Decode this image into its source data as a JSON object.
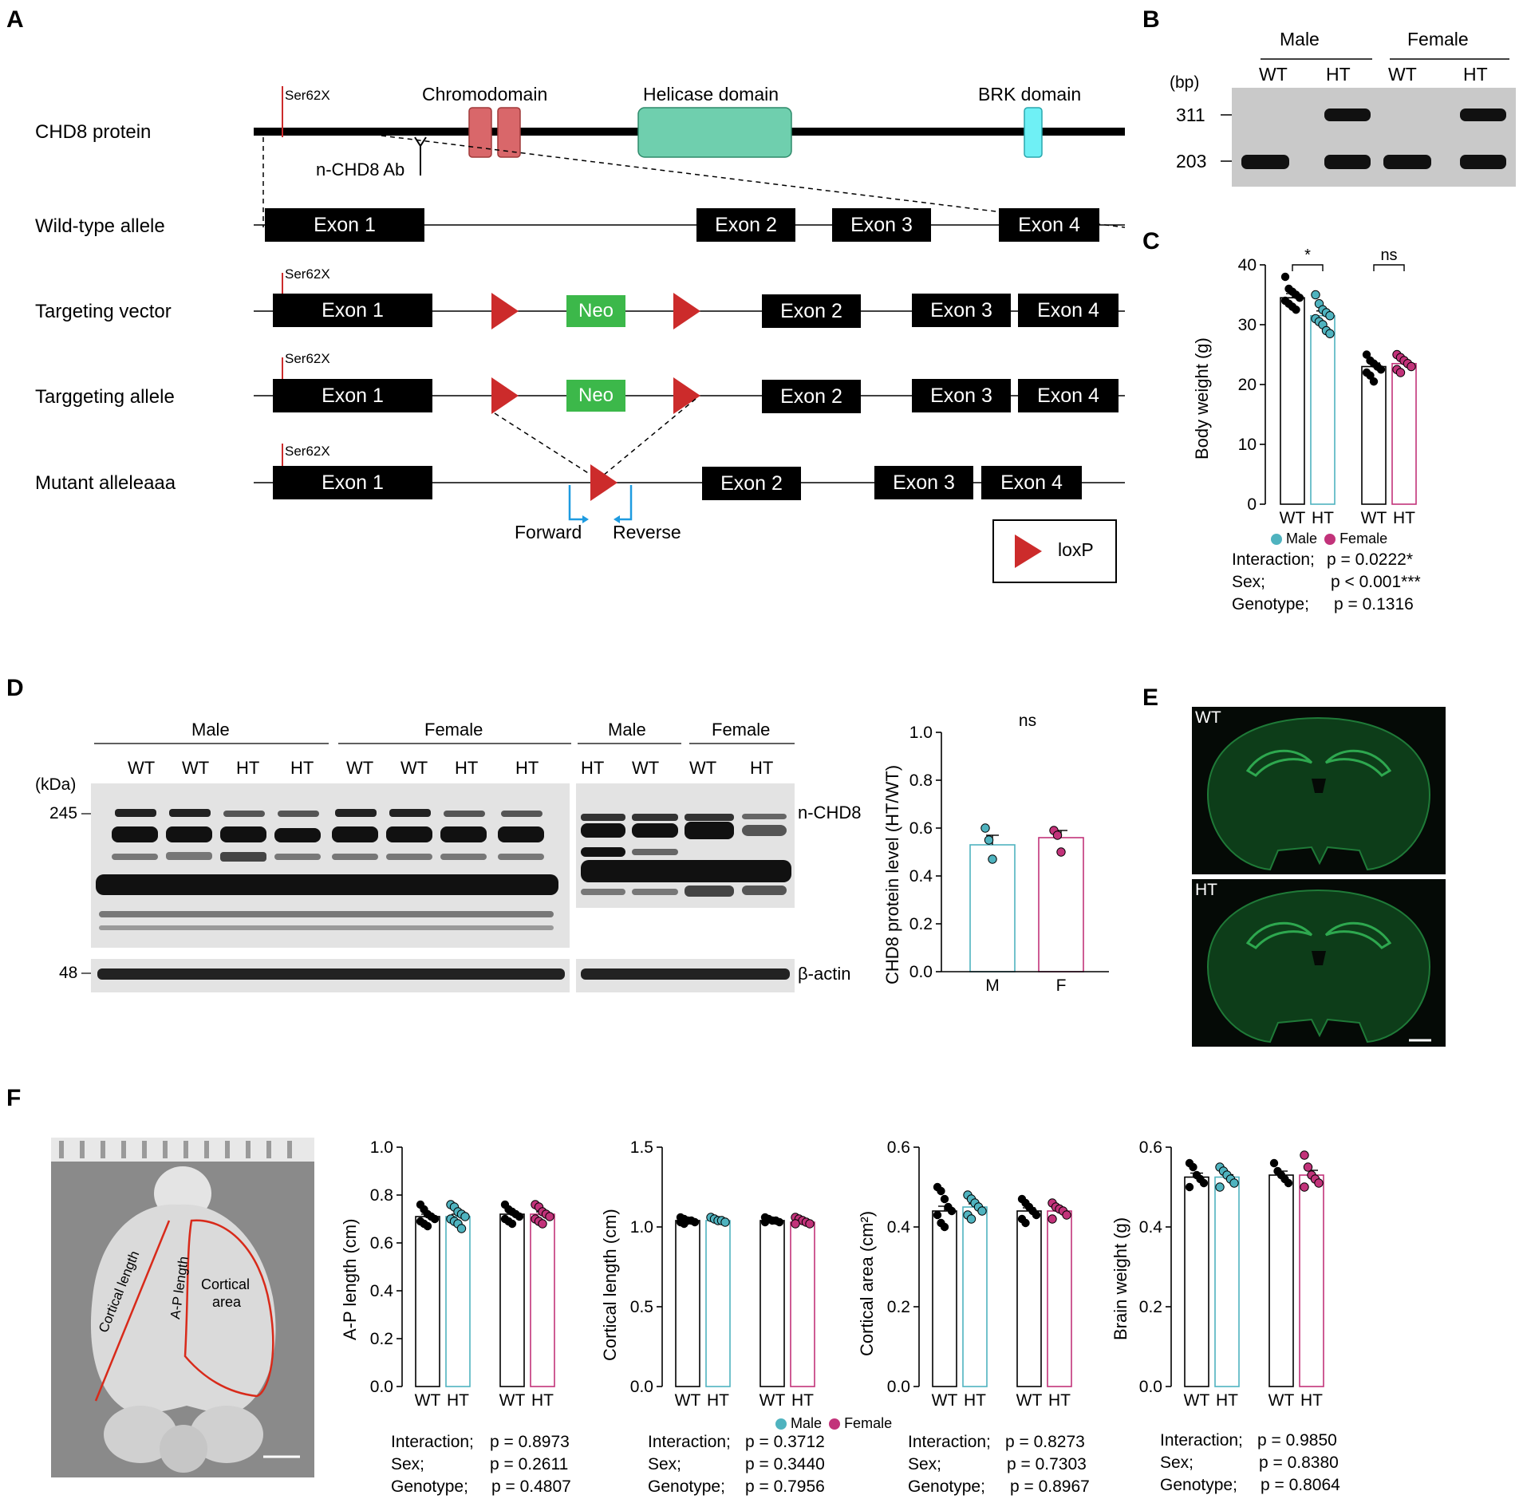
{
  "panelA": {
    "letter": "A",
    "rows": [
      "CHD8 protein",
      "Wild-type allele",
      "Targeting vector",
      "Targgeting allele",
      "Mutant alleleaaa"
    ],
    "mutation": "Ser62X",
    "domains": [
      "Chromodomain",
      "Helicase domain",
      "BRK domain"
    ],
    "antibody": "n-CHD8 Ab",
    "exons": {
      "e1": "Exon 1",
      "e2": "Exon 2",
      "e3": "Exon 3",
      "e4": "Exon 4"
    },
    "neo": "Neo",
    "primers": {
      "forward": "Forward",
      "reverse": "Reverse"
    },
    "legend": "loxP",
    "colors": {
      "chromo": "#d9676a",
      "helicase": "#6fcfae",
      "brk": "#6ff0f5",
      "neo": "#3cb84a",
      "loxp": "#cc2b2b",
      "primer": "#1e9be0"
    }
  },
  "panelB": {
    "letter": "B",
    "unit": "(bp)",
    "groups": [
      "Male",
      "Female"
    ],
    "lanes": [
      "WT",
      "HT",
      "WT",
      "HT"
    ],
    "markers": [
      "311",
      "203"
    ]
  },
  "panelC": {
    "letter": "C",
    "chart_data": {
      "type": "bar",
      "ylabel": "Body weight (g)",
      "ylim": [
        0,
        40
      ],
      "yticks": [
        0,
        10,
        20,
        30,
        40
      ],
      "categories": [
        "WT",
        "HT",
        "WT",
        "HT"
      ],
      "groups": [
        "Male",
        "Male",
        "Female",
        "Female"
      ],
      "values": [
        34.5,
        31.5,
        23.0,
        23.5
      ],
      "sem": [
        0.7,
        0.8,
        0.6,
        0.5
      ],
      "points": [
        [
          38,
          36,
          35.5,
          35,
          34.5,
          34,
          33.5,
          33,
          32.5
        ],
        [
          35,
          33.5,
          32.5,
          32,
          31.5,
          31,
          30.5,
          30,
          29,
          28.5
        ],
        [
          25,
          24,
          23.5,
          23,
          22.5,
          22,
          21.5,
          20.5
        ],
        [
          25,
          24.5,
          24,
          23.5,
          23,
          22.5,
          22
        ]
      ],
      "colors": [
        "#000000",
        "#4fb3bf",
        "#000000",
        "#c2337a"
      ],
      "significance": [
        "*",
        "ns"
      ],
      "legend": [
        "Male",
        "Female"
      ],
      "stats": [
        {
          "label": "Interaction;",
          "value": "p = 0.0222*"
        },
        {
          "label": "Sex;",
          "value": "p < 0.001***"
        },
        {
          "label": "Genotype;",
          "value": "p = 0.1316"
        }
      ]
    }
  },
  "panelD": {
    "letter": "D",
    "blot1": {
      "groups": [
        "Male",
        "Female"
      ],
      "lanes": [
        "WT",
        "WT",
        "HT",
        "HT",
        "WT",
        "WT",
        "HT",
        "HT"
      ]
    },
    "blot2": {
      "groups": [
        "Male",
        "Female"
      ],
      "lanes": [
        "HT",
        "WT",
        "WT",
        "HT"
      ]
    },
    "unit": "(kDa)",
    "markers": [
      "245",
      "48"
    ],
    "bands": [
      "n-CHD8",
      "β-actin"
    ],
    "chart_data": {
      "type": "bar",
      "ylabel": "CHD8 protein level (HT/WT)",
      "ylim": [
        0,
        1.0
      ],
      "yticks": [
        "0.0",
        "0.2",
        "0.4",
        "0.6",
        "0.8",
        "1.0"
      ],
      "categories": [
        "M",
        "F"
      ],
      "values": [
        0.53,
        0.56
      ],
      "sem": [
        0.04,
        0.03
      ],
      "points": [
        [
          0.6,
          0.55,
          0.47
        ],
        [
          0.59,
          0.57,
          0.5
        ]
      ],
      "colors": [
        "#4fb3bf",
        "#c2337a"
      ],
      "significance": "ns"
    }
  },
  "panelE": {
    "letter": "E",
    "labels": [
      "WT",
      "HT"
    ]
  },
  "panelF": {
    "letter": "F",
    "photo_labels": {
      "cortical_length": "Cortical length",
      "ap_length": "A-P length",
      "cortical_area_1": "Cortical",
      "cortical_area_2": "area"
    },
    "categories": [
      "WT",
      "HT",
      "WT",
      "HT"
    ],
    "legend": [
      "Male",
      "Female"
    ],
    "charts": [
      {
        "type": "bar",
        "ylabel": "A-P length (cm)",
        "ylim": [
          0,
          1.0
        ],
        "yticks": [
          "0.0",
          "0.2",
          "0.4",
          "0.6",
          "0.8",
          "1.0"
        ],
        "values": [
          0.71,
          0.71,
          0.72,
          0.72
        ],
        "sem": [
          0.01,
          0.01,
          0.01,
          0.01
        ],
        "points": [
          [
            0.76,
            0.74,
            0.72,
            0.71,
            0.7,
            0.69,
            0.68,
            0.67
          ],
          [
            0.76,
            0.75,
            0.73,
            0.72,
            0.71,
            0.7,
            0.69,
            0.68,
            0.66
          ],
          [
            0.76,
            0.74,
            0.73,
            0.72,
            0.71,
            0.7,
            0.69,
            0.68
          ],
          [
            0.76,
            0.75,
            0.73,
            0.72,
            0.71,
            0.7,
            0.69,
            0.68
          ]
        ],
        "stats": [
          {
            "label": "Interaction;",
            "value": "p = 0.8973"
          },
          {
            "label": "Sex;",
            "value": "p = 0.2611"
          },
          {
            "label": "Genotype;",
            "value": "p = 0.4807"
          }
        ]
      },
      {
        "type": "bar",
        "ylabel": "Cortical length (cm)",
        "ylim": [
          0,
          1.5
        ],
        "yticks": [
          "0.0",
          "0.5",
          "1.0",
          "1.5"
        ],
        "values": [
          1.04,
          1.04,
          1.04,
          1.03
        ],
        "sem": [
          0.005,
          0.005,
          0.005,
          0.005
        ],
        "points": [
          [
            1.06,
            1.05,
            1.04,
            1.04,
            1.03,
            1.03,
            1.02
          ],
          [
            1.06,
            1.05,
            1.04,
            1.04,
            1.03
          ],
          [
            1.06,
            1.05,
            1.04,
            1.04,
            1.03,
            1.03
          ],
          [
            1.06,
            1.05,
            1.04,
            1.03,
            1.02,
            1.02
          ]
        ],
        "stats": [
          {
            "label": "Interaction;",
            "value": "p = 0.3712"
          },
          {
            "label": "Sex;",
            "value": "p = 0.3440"
          },
          {
            "label": "Genotype;",
            "value": "p = 0.7956"
          }
        ]
      },
      {
        "type": "bar",
        "ylabel": "Cortical area (cm²)",
        "ylim": [
          0,
          0.6
        ],
        "yticks": [
          "0.0",
          "0.2",
          "0.4",
          "0.6"
        ],
        "values": [
          0.44,
          0.45,
          0.44,
          0.44
        ],
        "sem": [
          0.012,
          0.008,
          0.008,
          0.006
        ],
        "points": [
          [
            0.5,
            0.49,
            0.47,
            0.45,
            0.44,
            0.43,
            0.41,
            0.4
          ],
          [
            0.48,
            0.47,
            0.46,
            0.45,
            0.44,
            0.43,
            0.42
          ],
          [
            0.47,
            0.46,
            0.45,
            0.44,
            0.43,
            0.42,
            0.41
          ],
          [
            0.46,
            0.45,
            0.445,
            0.44,
            0.43,
            0.42
          ]
        ],
        "stats": [
          {
            "label": "Interaction;",
            "value": "p = 0.8273"
          },
          {
            "label": "Sex;",
            "value": "p = 0.7303"
          },
          {
            "label": "Genotype;",
            "value": "p = 0.8967"
          }
        ]
      },
      {
        "type": "bar",
        "ylabel": "Brain weight (g)",
        "ylim": [
          0,
          0.6
        ],
        "yticks": [
          "0.0",
          "0.2",
          "0.4",
          "0.6"
        ],
        "values": [
          0.525,
          0.525,
          0.53,
          0.53
        ],
        "sem": [
          0.01,
          0.006,
          0.01,
          0.012
        ],
        "points": [
          [
            0.56,
            0.55,
            0.53,
            0.52,
            0.51,
            0.5
          ],
          [
            0.55,
            0.54,
            0.53,
            0.52,
            0.51,
            0.5
          ],
          [
            0.56,
            0.54,
            0.53,
            0.52,
            0.51
          ],
          [
            0.58,
            0.55,
            0.53,
            0.52,
            0.51,
            0.5
          ]
        ],
        "stats": [
          {
            "label": "Interaction;",
            "value": "p = 0.9850"
          },
          {
            "label": "Sex;",
            "value": "p = 0.8380"
          },
          {
            "label": "Genotype;",
            "value": "p = 0.8064"
          }
        ]
      }
    ]
  }
}
